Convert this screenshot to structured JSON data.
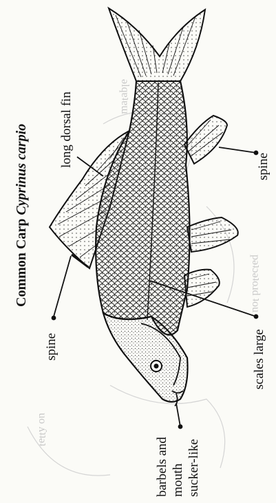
{
  "title": {
    "common_name": "Common Carp",
    "scientific_name": "Cyprinus carpio"
  },
  "labels": {
    "long_dorsal_fin": "long dorsal fin",
    "spine_dorsal": "spine",
    "spine_anal": "spine",
    "scales_large": "scales large",
    "mouth_line1": "barbels and",
    "mouth_line2": "mouth",
    "mouth_line3": "sucker-like"
  },
  "colors": {
    "paper": "#fbfbf7",
    "ink": "#111111",
    "bleed_through": "#c8c8c8"
  }
}
